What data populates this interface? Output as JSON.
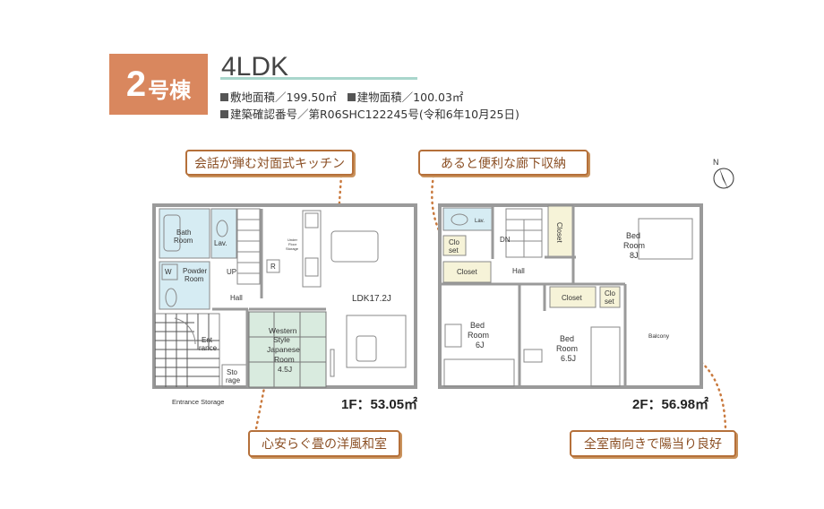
{
  "header": {
    "building_number": "2",
    "building_suffix": "号棟",
    "layout_type": "4LDK",
    "site_area": "敷地面積／199.50㎡",
    "building_area": "建物面積／100.03㎡",
    "permit": "建築確認番号／第R06SHC122245号(令和6年10月25日)"
  },
  "callouts": {
    "kitchen": "会話が弾む対面式キッチン",
    "hall_storage": "あると便利な廊下収納",
    "japanese_room": "心安らぐ畳の洋風和室",
    "south_facing": "全室南向きで陽当り良好"
  },
  "floor1": {
    "area_label": "1F：53.05㎡",
    "rooms": {
      "bath": [
        "Bath",
        "Room"
      ],
      "lav": "Lav.",
      "powder": [
        "Powder",
        "Room"
      ],
      "washer": "W",
      "up": "UP",
      "hall": "Hall",
      "under_floor": [
        "Under",
        "Floor",
        "Storage"
      ],
      "refrigerator": "R",
      "ldk": "LDK17.2J",
      "japanese": [
        "Western",
        "Style",
        "Japanese",
        "Room",
        "4.5J"
      ],
      "entrance": [
        "Ent",
        "rance"
      ],
      "storage": [
        "Sto",
        "rage"
      ],
      "entrance_storage": "Entrance Storage"
    }
  },
  "floor2": {
    "area_label": "2F：56.98㎡",
    "rooms": {
      "wc": "Lav.",
      "closet_small1": [
        "Clo",
        "set"
      ],
      "dn": "DN",
      "closet_vertical": "Closet",
      "bed8": [
        "Bed",
        "Room",
        "8J"
      ],
      "closet_hall": "Closet",
      "hall": "Hall",
      "bed6": [
        "Bed",
        "Room",
        "6J"
      ],
      "closet_65": "Closet",
      "closet_small2": [
        "Clo",
        "set"
      ],
      "bed65": [
        "Bed",
        "Room",
        "6.5J"
      ],
      "balcony": "Balcony"
    }
  },
  "compass": {
    "label": "N"
  },
  "colors": {
    "badge": "#d9875e",
    "callout": "#b5703a",
    "wet": "#d6ecf3",
    "tatami": "#d9ebdf",
    "closet": "#f6f3d8",
    "wall": "#9a9a9a"
  }
}
